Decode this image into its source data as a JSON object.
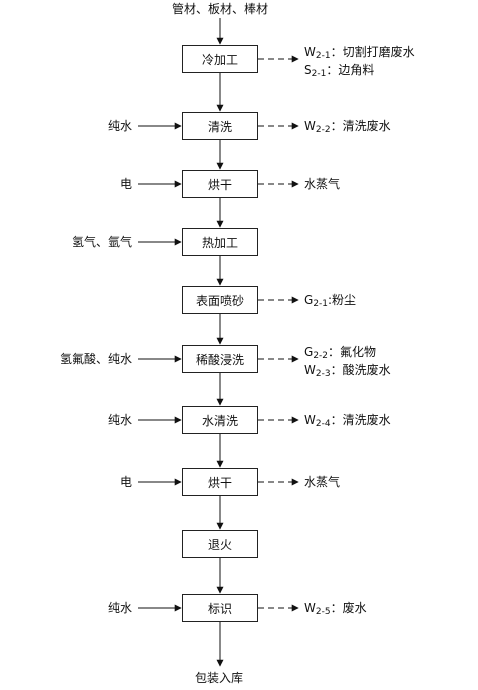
{
  "top_input": "管材、板材、棒材",
  "bottom_output": "包装入库",
  "steps": [
    {
      "label": "冷加工",
      "input": "",
      "outputs": [
        [
          "W",
          "2-1",
          "：切割打磨废水"
        ],
        [
          "S",
          "2-1",
          "：边角料"
        ]
      ]
    },
    {
      "label": "清洗",
      "input": "纯水",
      "outputs": [
        [
          "W",
          "2-2",
          "：清洗废水"
        ]
      ]
    },
    {
      "label": "烘干",
      "input": "电",
      "outputs": [
        [
          "",
          "",
          "水蒸气"
        ]
      ]
    },
    {
      "label": "热加工",
      "input": "氢气、氩气",
      "outputs": []
    },
    {
      "label": "表面喷砂",
      "input": "",
      "outputs": [
        [
          "G",
          "2-1",
          ":粉尘"
        ]
      ]
    },
    {
      "label": "稀酸浸洗",
      "input": "氢氟酸、纯水",
      "outputs": [
        [
          "G",
          "2-2",
          "：氟化物"
        ],
        [
          "W",
          "2-3",
          "：酸洗废水"
        ]
      ]
    },
    {
      "label": "水清洗",
      "input": "纯水",
      "outputs": [
        [
          "W",
          "2-4",
          "：清洗废水"
        ]
      ]
    },
    {
      "label": "烘干",
      "input": "电",
      "outputs": [
        [
          "",
          "",
          "水蒸气"
        ]
      ]
    },
    {
      "label": "退火",
      "input": "",
      "outputs": []
    },
    {
      "label": "标识",
      "input": "纯水",
      "outputs": [
        [
          "W",
          "2-5",
          "：废水"
        ]
      ]
    }
  ]
}
